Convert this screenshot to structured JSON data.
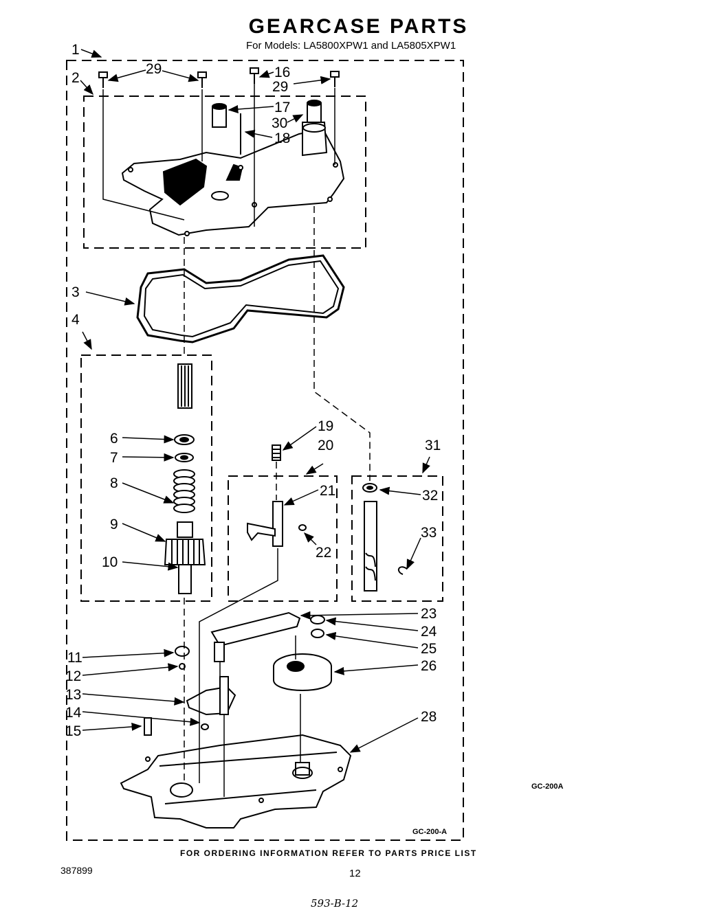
{
  "header": {
    "title": "GEARCASE PARTS",
    "subtitle": "For Models: LA5800XPW1 and   LA5805XPW1"
  },
  "diagram": {
    "codes": {
      "side": "GC-200A",
      "inner": "GC-200-A"
    },
    "callouts": [
      "1",
      "2",
      "3",
      "4",
      "6",
      "7",
      "8",
      "9",
      "10",
      "11",
      "12",
      "13",
      "14",
      "15",
      "16",
      "17",
      "18",
      "19",
      "20",
      "21",
      "22",
      "23",
      "24",
      "25",
      "26",
      "28",
      "29",
      "29",
      "30",
      "31",
      "32",
      "33"
    ]
  },
  "footer": {
    "ordering_note": "FOR ORDERING INFORMATION REFER TO PARTS PRICE LIST",
    "doc_number": "387899",
    "page_number": "12",
    "handwritten": "593-B-12"
  }
}
